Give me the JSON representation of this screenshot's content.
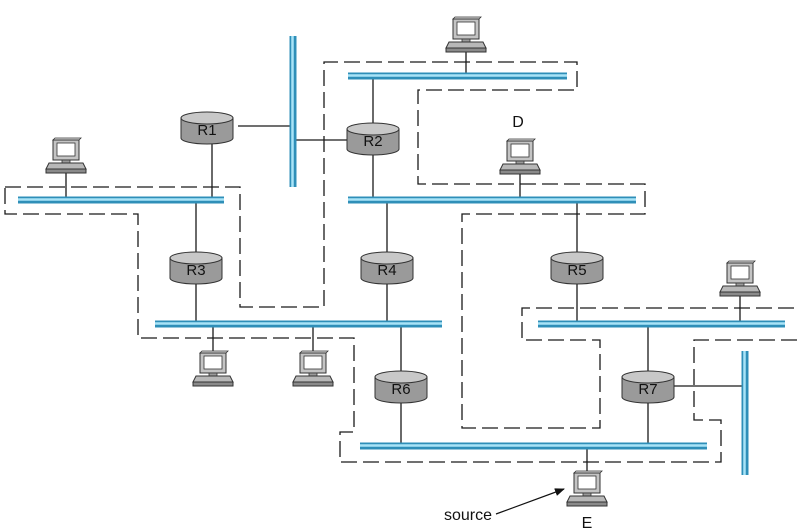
{
  "routers": [
    {
      "id": "r1",
      "label": "R1"
    },
    {
      "id": "r2",
      "label": "R2"
    },
    {
      "id": "r3",
      "label": "R3"
    },
    {
      "id": "r4",
      "label": "R4"
    },
    {
      "id": "r5",
      "label": "R5"
    },
    {
      "id": "r6",
      "label": "R6"
    },
    {
      "id": "r7",
      "label": "R7"
    }
  ],
  "hosts": {
    "d": "D",
    "e": "E"
  },
  "annotation": {
    "source": "source"
  },
  "colors": {
    "lan": "#2f8fb8",
    "lan_highlight": "#a9e4f7",
    "router_body": "#9a9a9a",
    "router_top": "#c4c4c4",
    "computer": "#bdbdbd"
  }
}
